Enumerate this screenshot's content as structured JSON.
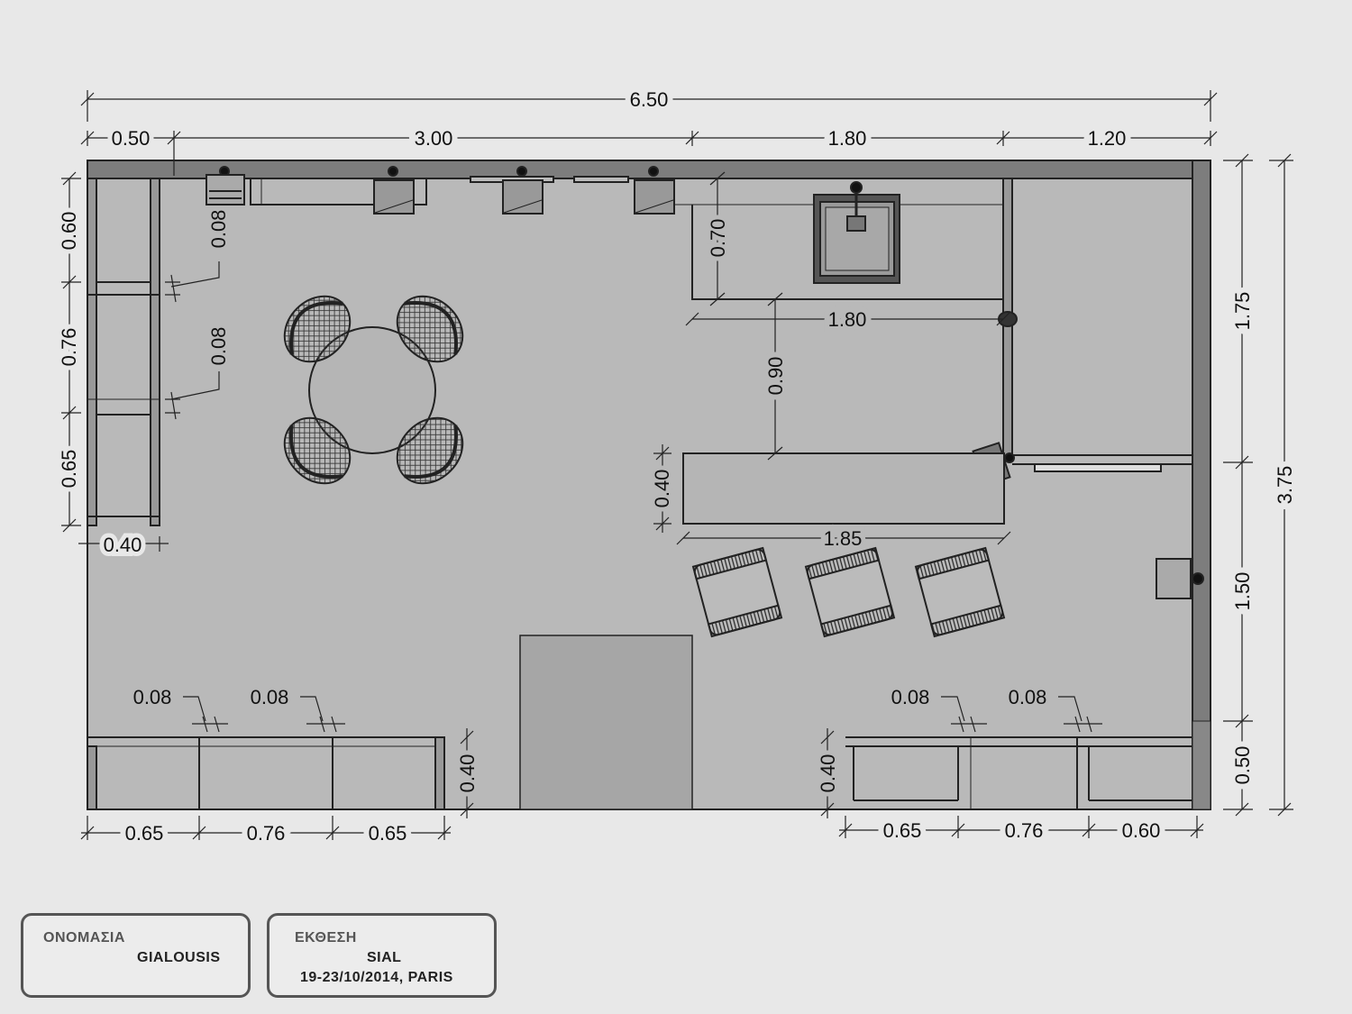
{
  "dimensions": {
    "top_total": "6.50",
    "top_0": "0.50",
    "top_1": "3.00",
    "top_2": "1.80",
    "top_3": "1.20",
    "left_0": "0.60",
    "left_1": "0.76",
    "left_2": "0.65",
    "left_width": "0.40",
    "gap_upper": "0.08",
    "gap_lower": "0.08",
    "sink_depth": "0.70",
    "counter_len": "1.80",
    "aisle": "0.90",
    "bar_depth": "0.40",
    "bar_len": "1.85",
    "right_0": "1.75",
    "right_1": "1.50",
    "right_2": "0.50",
    "right_total": "3.75",
    "bottom_left_0": "0.65",
    "bottom_left_1": "0.76",
    "bottom_left_2": "0.65",
    "bottom_left_depth": "0.40",
    "bottom_right_depth": "0.40",
    "bottom_right_0": "0.65",
    "bottom_right_1": "0.76",
    "bottom_right_2": "0.60",
    "gap_bl_a": "0.08",
    "gap_bl_b": "0.08",
    "gap_br_a": "0.08",
    "gap_br_b": "0.08"
  },
  "info": {
    "name_label": "ΟΝΟΜΑΣΙΑ",
    "name_value": "GIALOUSIS",
    "expo_label": "ΕΚΘΕΣΗ",
    "expo_value": "SIAL",
    "expo_date": "19-23/10/2014, PARIS"
  },
  "colors": {
    "floor": "#b9b9b9",
    "wall": "#7d7d7d",
    "background": "#e8e8e8"
  }
}
